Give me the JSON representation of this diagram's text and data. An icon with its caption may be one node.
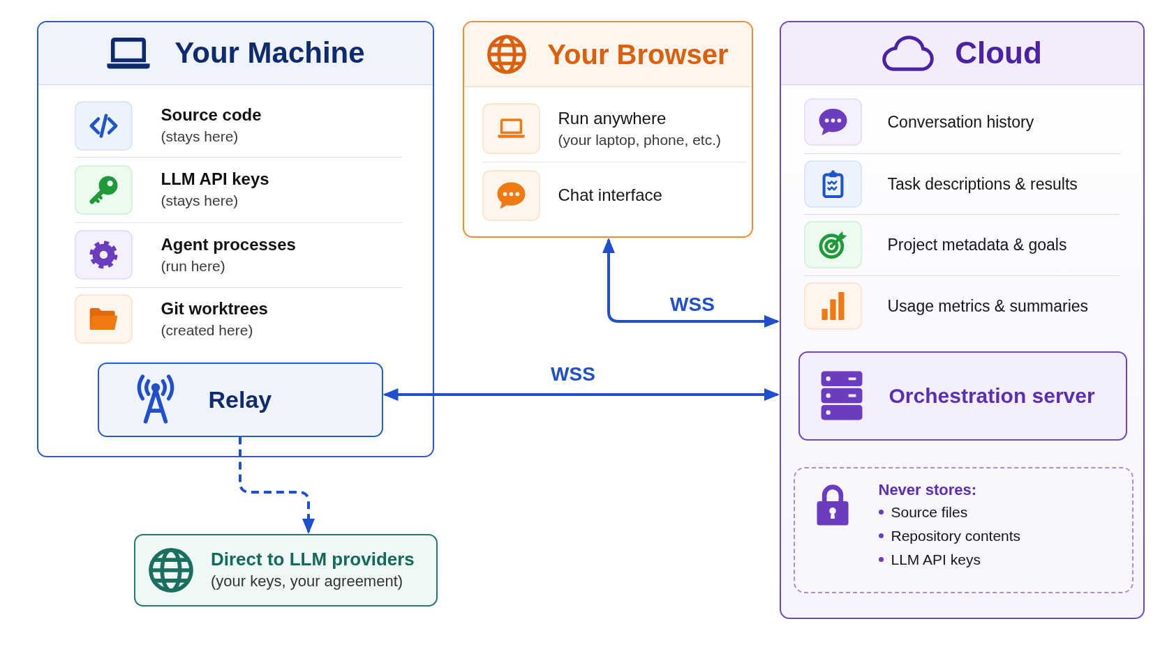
{
  "diagram": {
    "nodes": [
      {
        "text": [
          "Your Machine"
        ]
      },
      {
        "text": [
          "Source code",
          "(stays here)"
        ],
        "in": 0
      },
      {
        "text": [
          "LLM API keys",
          "(stays here)"
        ],
        "in": 0
      },
      {
        "text": [
          "Agent processes",
          "(run here)"
        ],
        "in": 0
      },
      {
        "text": [
          "Git worktrees",
          "(created here)"
        ],
        "in": 0
      },
      {
        "text": [
          "Relay"
        ],
        "in": 0
      },
      {
        "text": [
          "Your Browser"
        ]
      },
      {
        "text": [
          "Run anywhere",
          "(your laptop, phone, etc.)"
        ],
        "in": 6
      },
      {
        "text": [
          "Chat interface"
        ],
        "in": 6
      },
      {
        "text": [
          "Cloud"
        ]
      },
      {
        "text": [
          "Conversation history"
        ],
        "in": 9
      },
      {
        "text": [
          "Task descriptions & results"
        ],
        "in": 9
      },
      {
        "text": [
          "Project metadata & goals"
        ],
        "in": 9
      },
      {
        "text": [
          "Usage metrics & summaries"
        ],
        "in": 9
      },
      {
        "text": [
          "Orchestration server"
        ],
        "in": 9
      },
      {
        "text": [
          "Never stores:",
          "Source files",
          "Repository contents",
          "LLM API keys"
        ],
        "in": 9
      },
      {
        "text": [
          "Direct to LLM providers",
          "(your keys, your agreement)"
        ]
      }
    ],
    "edges": [
      {
        "from": 6,
        "to": 9,
        "arrow": "both",
        "label": "WSS"
      },
      {
        "from": 5,
        "to": 9,
        "arrow": "both",
        "label": "WSS"
      },
      {
        "from": 5,
        "to": 16,
        "arrow": "to",
        "style": "dashed"
      }
    ]
  }
}
